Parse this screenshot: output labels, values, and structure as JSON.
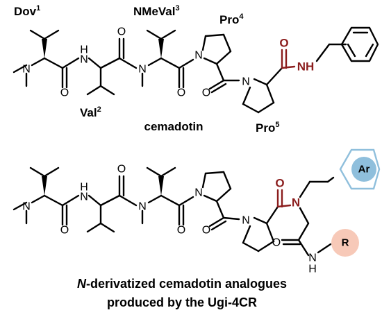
{
  "top_structure": {
    "name": "cemadotin",
    "residues": {
      "dov": {
        "label": "Dov",
        "index": "1"
      },
      "val": {
        "label": "Val",
        "index": "2"
      },
      "nmeval": {
        "label": "NMeVal",
        "index": "3"
      },
      "pro4": {
        "label": "Pro",
        "index": "4"
      },
      "pro5": {
        "label": "Pro",
        "index": "5"
      }
    },
    "atoms": {
      "n": "N",
      "h": "H",
      "o": "O",
      "nh": "NH"
    }
  },
  "bottom_structure": {
    "groups": {
      "ar": "Ar",
      "r": "R"
    },
    "colors": {
      "ar_fill": "#8fbfdc",
      "ar_ring": "#8fbfdc",
      "r_fill": "#f7c9b8",
      "amide": "#8b1d1d"
    }
  },
  "caption": {
    "line1_italic": "N",
    "line1_rest": "-derivatized cemadotin analogues",
    "line2": "produced by the Ugi-4CR"
  }
}
